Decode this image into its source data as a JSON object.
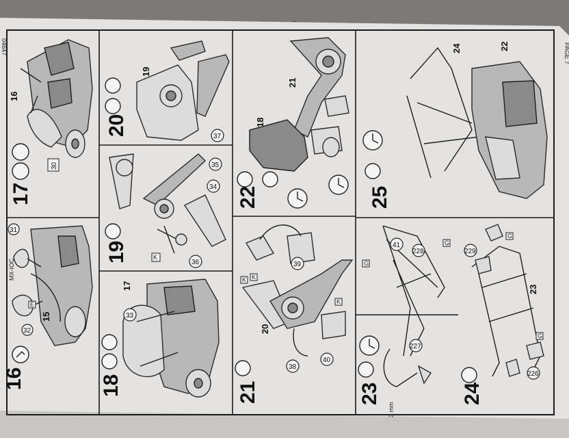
{
  "sheet": {
    "page_label": "PAGE 7",
    "code_label": "04647",
    "top_mark": "–"
  },
  "steps": [
    {
      "num": "16",
      "callouts": [
        "31",
        "32",
        "15"
      ],
      "decal_label": "MX-IOC",
      "box_label": "E"
    },
    {
      "num": "17",
      "callouts": [
        "16",
        "30"
      ]
    },
    {
      "num": "18",
      "callouts": [
        "17",
        "33"
      ]
    },
    {
      "num": "19",
      "callouts": [
        "35",
        "34",
        "36"
      ],
      "box_label": "K"
    },
    {
      "num": "20",
      "callouts": [
        "19",
        "37"
      ]
    },
    {
      "num": "21",
      "callouts": [
        "20",
        "39",
        "38",
        "40"
      ],
      "box_labels": [
        "K",
        "K",
        "K"
      ]
    },
    {
      "num": "22",
      "callouts": [
        "21",
        "18"
      ]
    },
    {
      "num": "23",
      "callouts": [
        "41",
        "228",
        "227"
      ],
      "box_labels": [
        "G",
        "G"
      ],
      "measure": "3 mm"
    },
    {
      "num": "24",
      "callouts": [
        "229",
        "23",
        "226"
      ],
      "box_labels": [
        "G",
        "G"
      ]
    },
    {
      "num": "25",
      "callouts": [
        "24",
        "22"
      ]
    }
  ]
}
